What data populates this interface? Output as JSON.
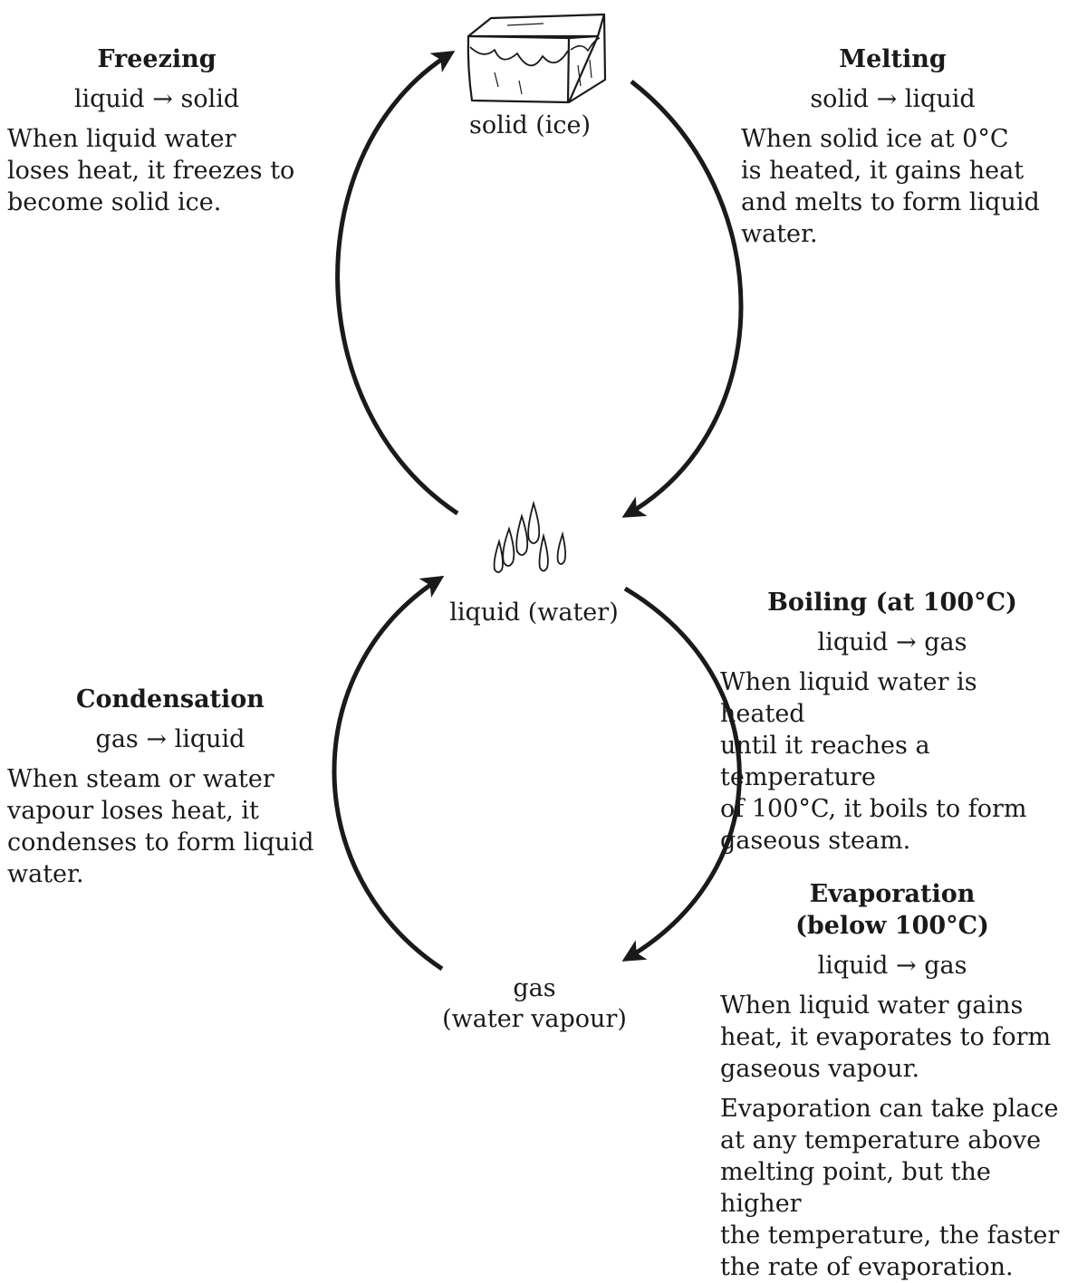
{
  "states": {
    "solid": "solid (ice)",
    "liquid": "liquid (water)",
    "gas": "gas\n(water vapour)"
  },
  "processes": {
    "freezing": {
      "title": "Freezing",
      "change": "liquid → solid",
      "description": "When liquid water\nloses heat, it freezes to\nbecome solid ice."
    },
    "melting": {
      "title": "Melting",
      "change": "solid → liquid",
      "description": "When solid ice at 0°C\nis heated, it gains heat\nand melts to form liquid\nwater."
    },
    "boiling": {
      "title": "Boiling (at 100°C)",
      "change": "liquid → gas",
      "description": "When liquid water is heated\nuntil it reaches a temperature\nof 100°C, it boils to form\ngaseous steam."
    },
    "condensation": {
      "title": "Condensation",
      "change": "gas → liquid",
      "description": "When steam or water\nvapour loses heat, it\ncondenses to form liquid\nwater."
    },
    "evaporation": {
      "title": "Evaporation\n(below 100°C)",
      "change": "liquid → gas",
      "description": "When liquid water gains\nheat, it evaporates to form\ngaseous vapour.",
      "note": "Evaporation can take place\nat any temperature above\nmelting point, but the higher\nthe temperature, the faster\nthe rate of evaporation."
    }
  }
}
